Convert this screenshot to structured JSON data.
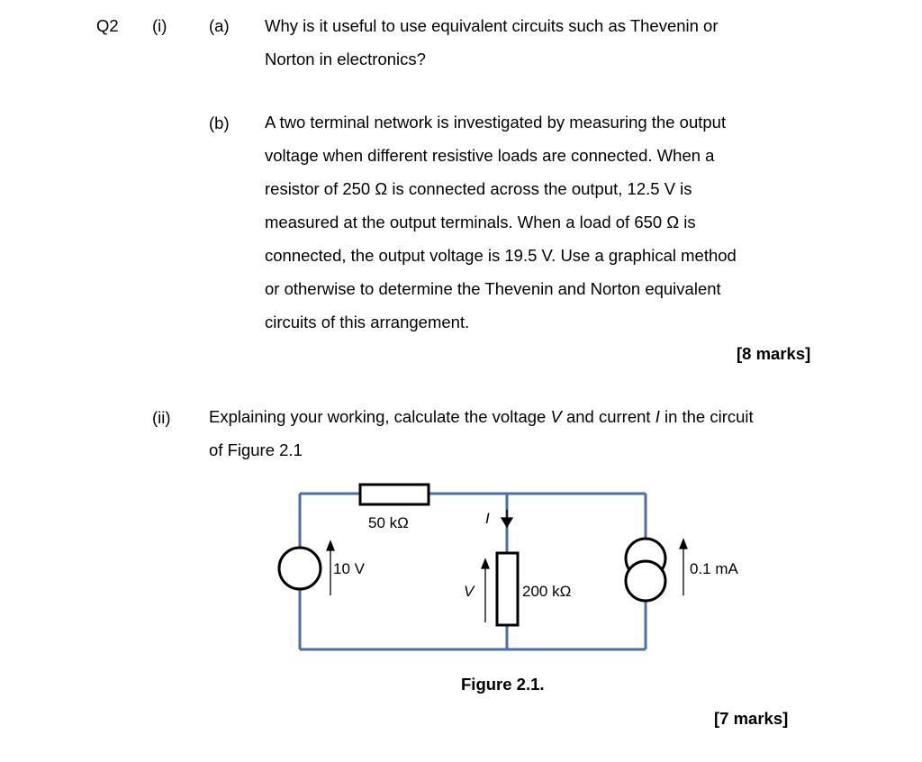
{
  "question": {
    "number": "Q2",
    "part_i": {
      "label": "(i)",
      "a": {
        "label": "(a)",
        "lines": [
          "Why is it useful to use equivalent circuits such as Thevenin or",
          "Norton in electronics?"
        ]
      },
      "b": {
        "label": "(b)",
        "lines": [
          "A two terminal network is investigated by measuring the output",
          "voltage when different resistive loads are connected.  When a",
          "resistor of 250 Ω is connected across the output, 12.5 V is",
          "measured at the output terminals. When a load of 650 Ω is",
          "connected, the output voltage is 19.5 V.  Use a graphical method",
          "or otherwise to determine the Thevenin and Norton equivalent",
          "circuits of this arrangement."
        ],
        "marks": "[8 marks]"
      }
    },
    "part_ii": {
      "label": "(ii)",
      "line1_pre": "Explaining your working, calculate the voltage ",
      "var_v": "V",
      "line1_mid": " and current ",
      "var_i": "I",
      "line1_post": " in the circuit",
      "line2": "of Figure 2.1",
      "marks": "[7 marks]"
    }
  },
  "figure": {
    "caption": "Figure 2.1.",
    "labels": {
      "r1": "50 kΩ",
      "source_v": "10 V",
      "current": "I",
      "voltage": "V",
      "r2": "200 kΩ",
      "source_i": "0.1 mA"
    },
    "colors": {
      "wire": "#4a6fa5",
      "component": "#000000"
    }
  }
}
